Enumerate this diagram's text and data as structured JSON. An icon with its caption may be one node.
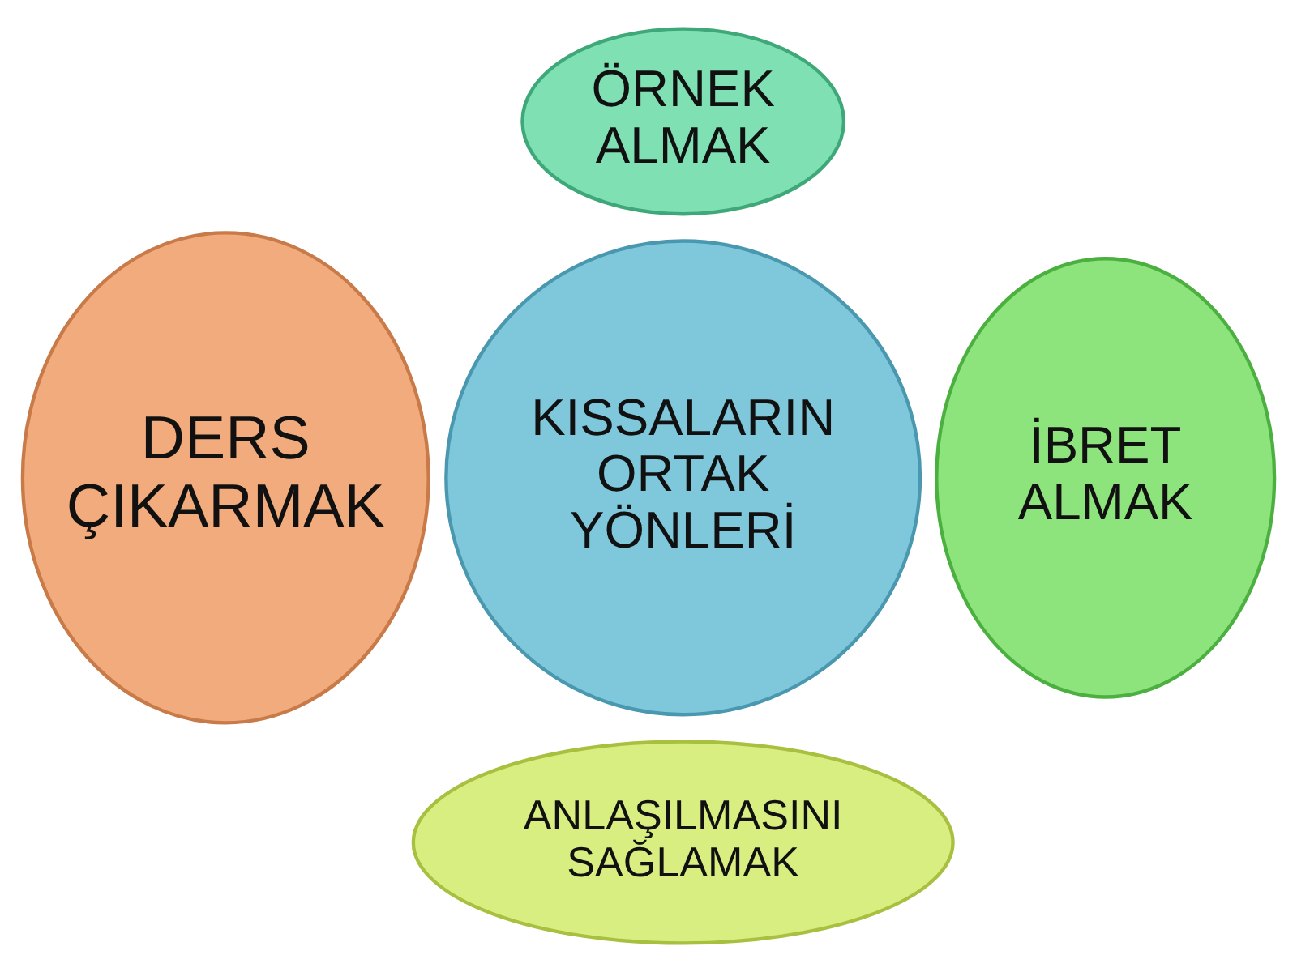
{
  "diagram": {
    "nodes": [
      {
        "text": [
          "ÖRNEK ALMAK"
        ]
      },
      {
        "text": [
          "DERS ÇIKARMAK"
        ]
      },
      {
        "text": [
          "KISSALARIN ORTAK YÖNLERİ"
        ]
      },
      {
        "text": [
          "İBRET ALMAK"
        ]
      },
      {
        "text": [
          "ANLAŞILMASINI SAĞLAMAK"
        ]
      }
    ]
  }
}
